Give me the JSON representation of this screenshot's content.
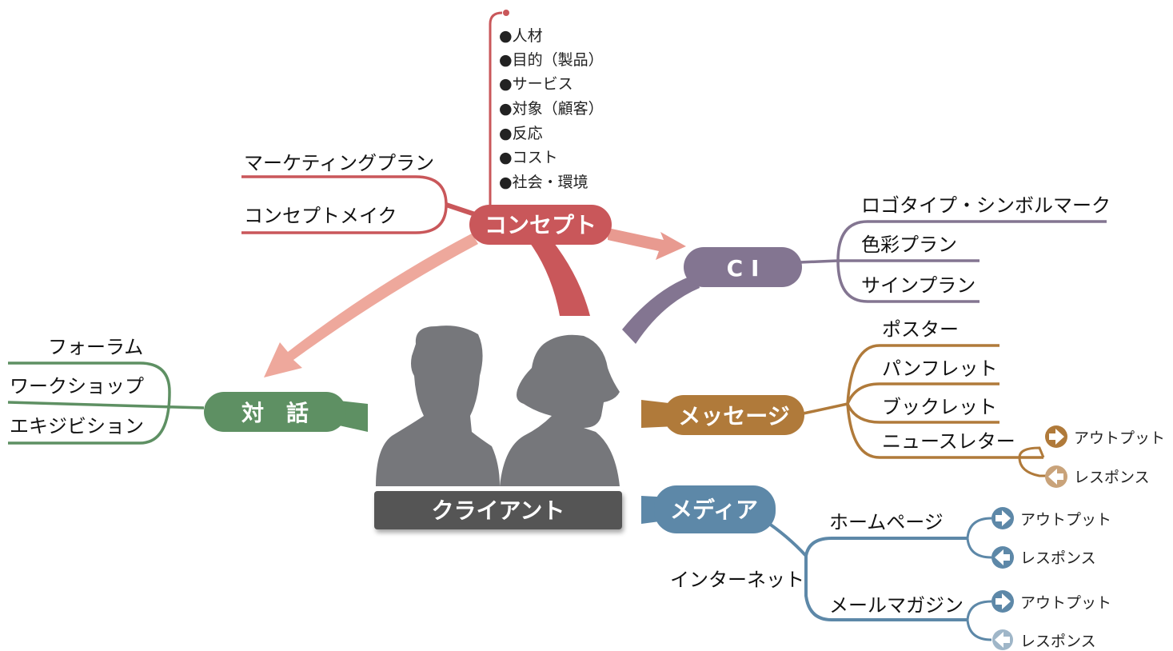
{
  "client": {
    "label": "クライアント"
  },
  "concept": {
    "label": "コンセプト",
    "items": [
      "●人材",
      "●目的（製品）",
      "●サービス",
      "●対象（顧客）",
      "●反応",
      "●コスト",
      "●社会・環境"
    ],
    "branches": [
      "マーケティングプラン",
      "コンセプトメイク"
    ],
    "color": "#c9575a"
  },
  "ci": {
    "label": "C I",
    "branches": [
      "ロゴタイプ・シンボルマーク",
      "色彩プラン",
      "サインプラン"
    ],
    "color": "#837591"
  },
  "dialogue": {
    "label": "対　話",
    "branches": [
      "フォーラム",
      "ワークショップ",
      "エキジビション"
    ],
    "color": "#5e9063"
  },
  "message": {
    "label": "メッセージ",
    "branches": [
      "ポスター",
      "パンフレット",
      "ブックレット",
      "ニュースレター"
    ],
    "output": "アウトプット",
    "response": "レスポンス",
    "color": "#b07a3a"
  },
  "media": {
    "label": "メディア",
    "internet": "インターネット",
    "homepage": {
      "label": "ホームページ",
      "output": "アウトプット",
      "response": "レスポンス"
    },
    "mail": {
      "label": "メールマガジン",
      "output": "アウトプット",
      "response": "レスポンス"
    },
    "color": "#5d88a8"
  }
}
